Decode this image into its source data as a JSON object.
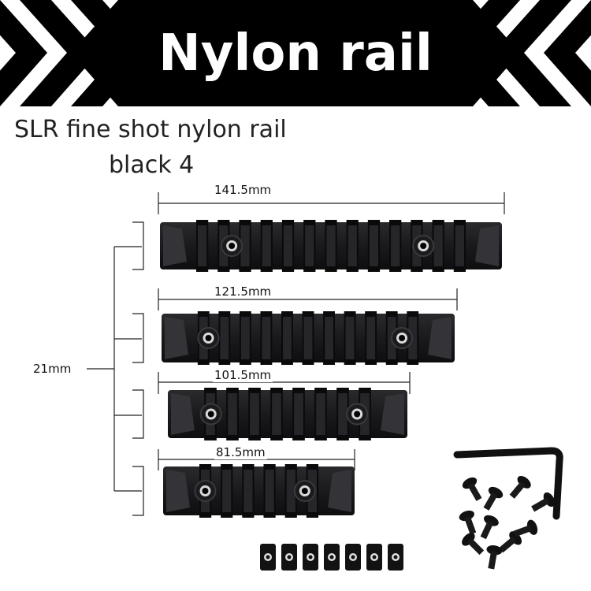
{
  "banner": {
    "title": "Nylon rail"
  },
  "subtitle": {
    "line1": "SLR fine shot nylon rail",
    "line2": "black 4"
  },
  "rails": [
    {
      "length_label": "141.5mm"
    },
    {
      "length_label": "121.5mm"
    },
    {
      "length_label": "101.5mm"
    },
    {
      "length_label": "81.5mm"
    }
  ],
  "height_label": "21mm",
  "colors": {
    "banner_background": "#000000",
    "banner_chevrons": "#ffffff",
    "rail": "#1c1c1e",
    "text": "#222222"
  },
  "accessories": {
    "wrench": "hex-key-icon",
    "screws": "screw-icon",
    "nuts": "t-nut-icon"
  }
}
